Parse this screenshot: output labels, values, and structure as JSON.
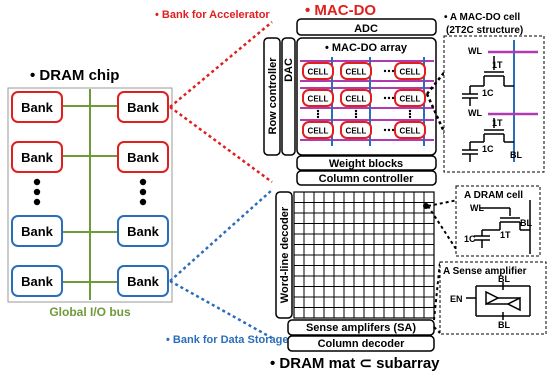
{
  "dram_chip": {
    "title": "• DRAM chip",
    "bank_label": "Bank",
    "bus_label": "Global I/O bus",
    "accelerator_note": "• Bank for Accelerator",
    "storage_note": "• Bank for Data Storage"
  },
  "mac_do": {
    "title": "• MAC-DO",
    "adc": "ADC",
    "row_controller": "Row controller",
    "dac": "DAC",
    "array_title": "• MAC-DO array",
    "cell_label": "CELL",
    "weight_blocks": "Weight blocks",
    "column_controller": "Column controller"
  },
  "mac_do_cell": {
    "title_line1": "• A MAC-DO cell",
    "title_line2": "(2T2C structure)",
    "wl": "WL",
    "transistor": "1T",
    "capacitor": "1C",
    "bl": "BL"
  },
  "dram_mat": {
    "word_line_decoder": "Word-line decoder",
    "sense_amplifiers": "Sense amplifers (SA)",
    "column_decoder": "Column decoder",
    "caption": "• DRAM mat ⊂ subarray"
  },
  "dram_cell": {
    "title": "A DRAM cell",
    "wl": "WL",
    "bl": "BL",
    "transistor": "1T",
    "capacitor": "1C"
  },
  "sense_amp": {
    "title": "A Sense amplifier",
    "bl_top": "BL",
    "en": "EN",
    "bl_bottom": "BL"
  },
  "colors": {
    "accelerator_red": "#e0201e",
    "storage_blue": "#2a6ebb",
    "bus_green": "#6f9a3c",
    "wordline_purple": "#b03ab0"
  }
}
